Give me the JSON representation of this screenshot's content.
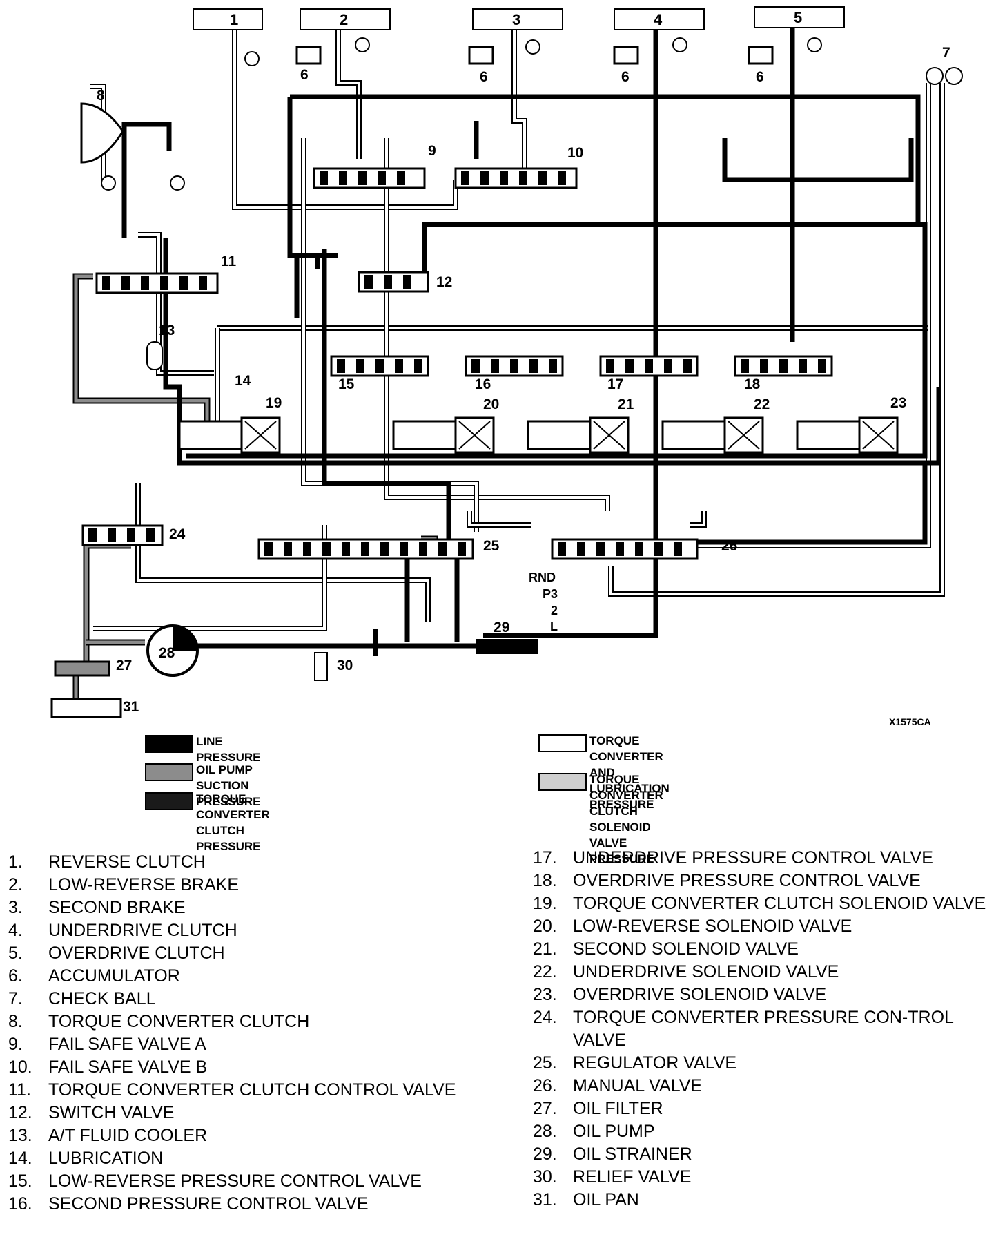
{
  "diagram": {
    "chamber_labels": [
      "1",
      "2",
      "3",
      "4",
      "5"
    ],
    "callouts": [
      "6",
      "6",
      "6",
      "6",
      "6",
      "7",
      "8",
      "9",
      "10",
      "11",
      "12",
      "13",
      "14",
      "15",
      "16",
      "17",
      "18",
      "19",
      "20",
      "21",
      "22",
      "23",
      "24",
      "25",
      "26",
      "27",
      "28",
      "29",
      "30",
      "31"
    ],
    "manual_positions": [
      "RND",
      "P3",
      "2",
      "L"
    ],
    "figure_code": "X1575CA",
    "line_colors": {
      "line_pressure": "#000000",
      "suction": "#8c8c8c",
      "lubrication": "#ffffff"
    }
  },
  "legend": [
    {
      "label": "LINE PRESSURE",
      "swatch": "#000000"
    },
    {
      "label": "OIL PUMP SUCTION PRESSURE",
      "swatch": "#8c8c8c"
    },
    {
      "label": "TORQUE CONVERTER CLUTCH\nPRESSURE",
      "swatch": "#1a1a1a"
    },
    {
      "label": "TORQUE CONVERTER AND LUBRICATION\nPRESSURE",
      "swatch": "#ffffff"
    },
    {
      "label": "TORQUE CONVERTER CLUTCH SOLENOID\nVALVE PRESSURE",
      "swatch": "#cfcfcf"
    }
  ],
  "components": [
    {
      "num": "1.",
      "name": "REVERSE CLUTCH"
    },
    {
      "num": "2.",
      "name": "LOW-REVERSE BRAKE"
    },
    {
      "num": "3.",
      "name": "SECOND BRAKE"
    },
    {
      "num": "4.",
      "name": "UNDERDRIVE CLUTCH"
    },
    {
      "num": "5.",
      "name": "OVERDRIVE CLUTCH"
    },
    {
      "num": "6.",
      "name": "ACCUMULATOR"
    },
    {
      "num": "7.",
      "name": "CHECK BALL"
    },
    {
      "num": "8.",
      "name": "TORQUE CONVERTER CLUTCH"
    },
    {
      "num": "9.",
      "name": "FAIL SAFE VALVE A"
    },
    {
      "num": "10.",
      "name": "FAIL SAFE VALVE B"
    },
    {
      "num": "11.",
      "name": "TORQUE CONVERTER CLUTCH CONTROL VALVE"
    },
    {
      "num": "12.",
      "name": "SWITCH VALVE"
    },
    {
      "num": "13.",
      "name": "A/T FLUID COOLER"
    },
    {
      "num": "14.",
      "name": "LUBRICATION"
    },
    {
      "num": "15.",
      "name": "LOW-REVERSE PRESSURE CONTROL VALVE"
    },
    {
      "num": "16.",
      "name": "SECOND PRESSURE CONTROL VALVE"
    },
    {
      "num": "17.",
      "name": "UNDERDRIVE PRESSURE CONTROL VALVE"
    },
    {
      "num": "18.",
      "name": "OVERDRIVE PRESSURE CONTROL VALVE"
    },
    {
      "num": "19.",
      "name": "TORQUE CONVERTER CLUTCH SOLENOID VALVE"
    },
    {
      "num": "20.",
      "name": "LOW-REVERSE SOLENOID VALVE"
    },
    {
      "num": "21.",
      "name": "SECOND SOLENOID VALVE"
    },
    {
      "num": "22.",
      "name": "UNDERDRIVE SOLENOID VALVE"
    },
    {
      "num": "23.",
      "name": "OVERDRIVE SOLENOID VALVE"
    },
    {
      "num": "24.",
      "name": "TORQUE CONVERTER PRESSURE CON-TROL VALVE"
    },
    {
      "num": "25.",
      "name": "REGULATOR VALVE"
    },
    {
      "num": "26.",
      "name": "MANUAL VALVE"
    },
    {
      "num": "27.",
      "name": "OIL FILTER"
    },
    {
      "num": "28.",
      "name": "OIL PUMP"
    },
    {
      "num": "29.",
      "name": "OIL STRAINER"
    },
    {
      "num": "30.",
      "name": "RELIEF VALVE"
    },
    {
      "num": "31.",
      "name": "OIL PAN"
    }
  ]
}
